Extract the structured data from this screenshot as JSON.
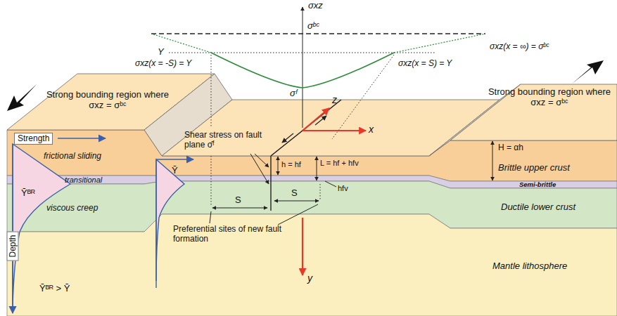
{
  "diagram": {
    "nodes": [
      {
        "text": [
          "Strength"
        ]
      },
      {
        "text": [
          "Depth"
        ]
      }
    ],
    "labels": [
      "σxz",
      "σᵇᶜ",
      "Y",
      "σxz(x = -S) = Y",
      "σxz(x = S) = Y",
      "σxz(x = ∞) = σᵇᶜ",
      "σᶠ",
      "z",
      "x",
      "y",
      "Strong bounding region where σxz = σᵇᶜ",
      "Strong bounding region where σxz = σᵇᶜ",
      "frictional sliding",
      "transitional",
      "viscous creep",
      "Ȳᴮᴿ",
      "Ȳ",
      "Ȳᴮᴿ > Ȳ",
      "Shear stress on fault plane σ̄ᶠ",
      "S",
      "S",
      "Preferential sites of new fault formation",
      "h = hf",
      "L = hf + hfv",
      "hfv",
      "H = αh",
      "Brittle upper crust",
      "Semi-brittle",
      "Ductile lower crust",
      "Mantle lithosphere"
    ]
  }
}
